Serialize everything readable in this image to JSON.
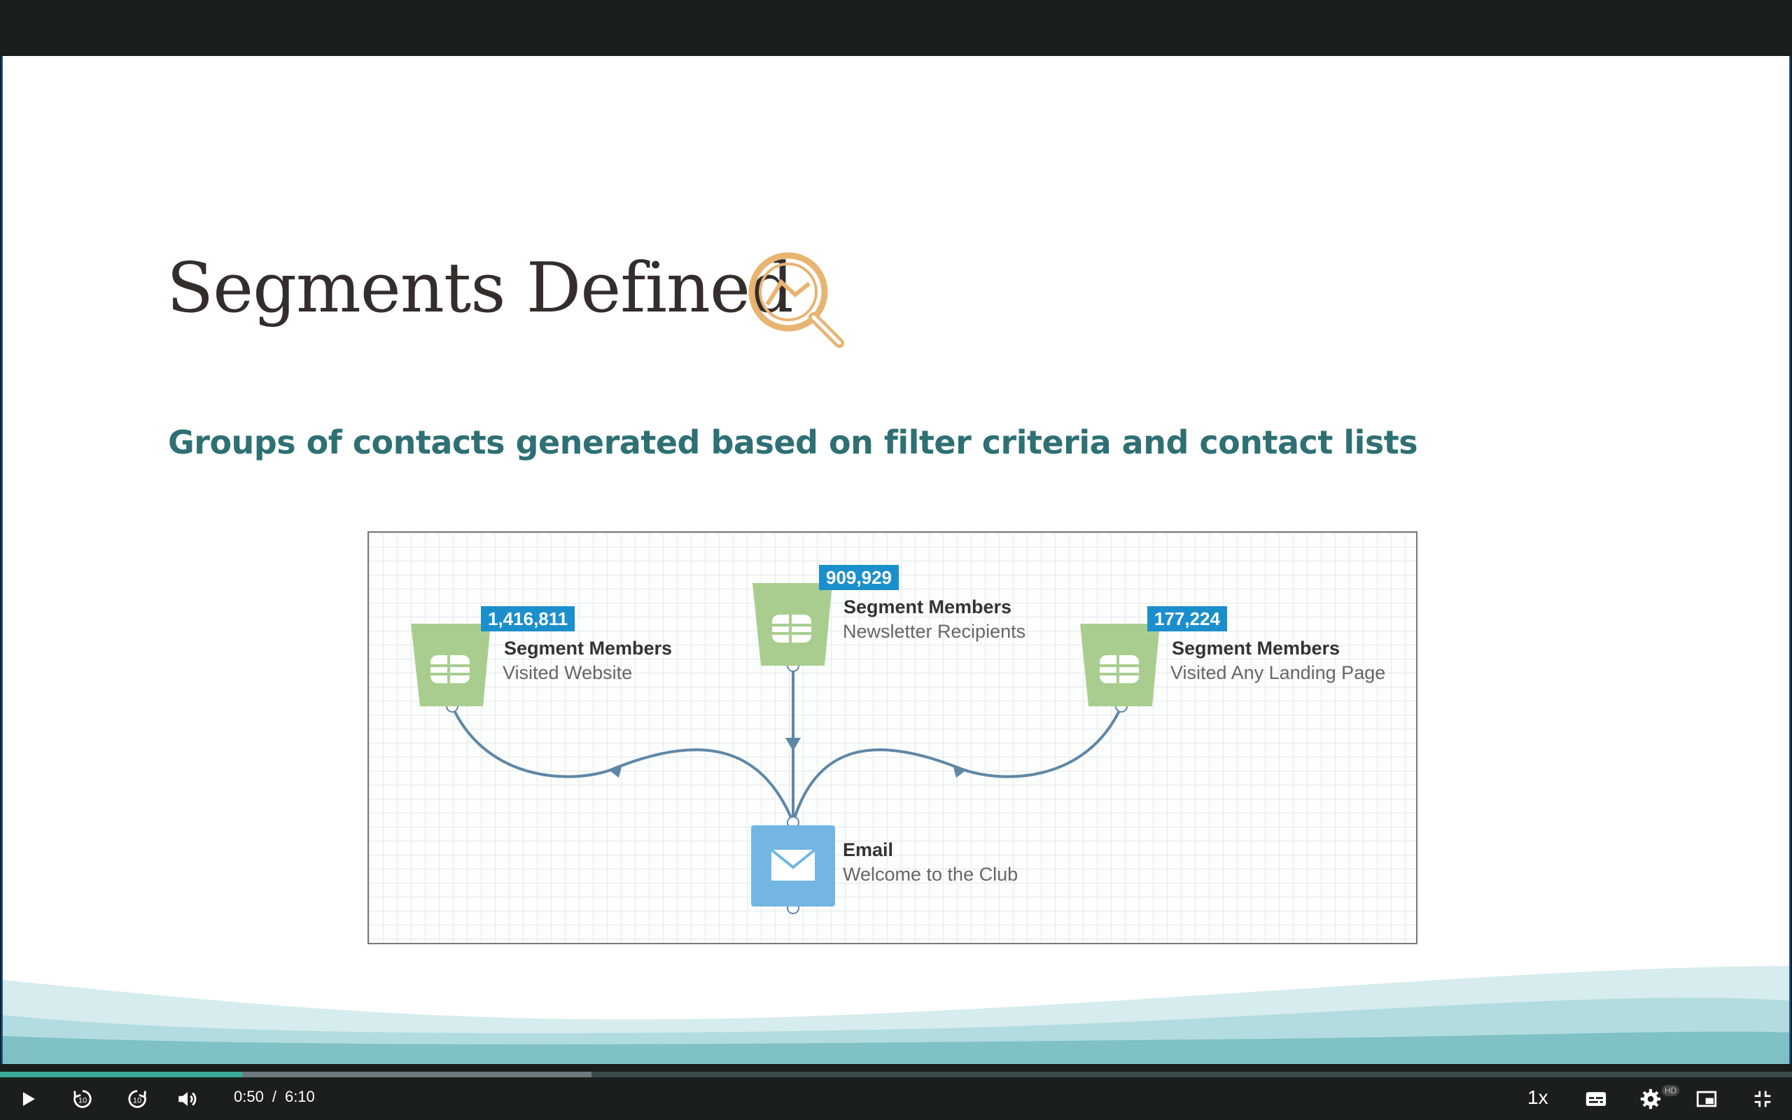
{
  "slide": {
    "title": "Segments Defined",
    "subtitle": "Groups of contacts generated based on filter criteria and contact lists",
    "icons": {
      "magnifier": "magnifier-chart-icon"
    }
  },
  "canvas": {
    "nodes": [
      {
        "count": "1,416,811",
        "title": "Segment Members",
        "subtitle": "Visited Website",
        "icon": "segment-icon"
      },
      {
        "count": "909,929",
        "title": "Segment Members",
        "subtitle": "Newsletter Recipients",
        "icon": "segment-icon"
      },
      {
        "count": "177,224",
        "title": "Segment Members",
        "subtitle": "Visited Any Landing Page",
        "icon": "segment-icon"
      },
      {
        "title": "Email",
        "subtitle": "Welcome to the Club",
        "icon": "email-envelope-icon"
      }
    ]
  },
  "player": {
    "current_time": "0:50",
    "separator": "/",
    "duration": "6:10",
    "played_fraction": 0.135,
    "buffered_fraction": 0.33,
    "speed": "1x",
    "quality_badge": "HD",
    "icons": [
      "play-icon",
      "rewind-10-icon",
      "forward-10-icon",
      "volume-icon",
      "captions-icon",
      "settings-icon",
      "picture-in-picture-icon",
      "exit-fullscreen-icon"
    ],
    "colors": {
      "progress": "#3aaa99",
      "badge": "#1b8fcc",
      "subtitle": "#2e7073"
    }
  }
}
